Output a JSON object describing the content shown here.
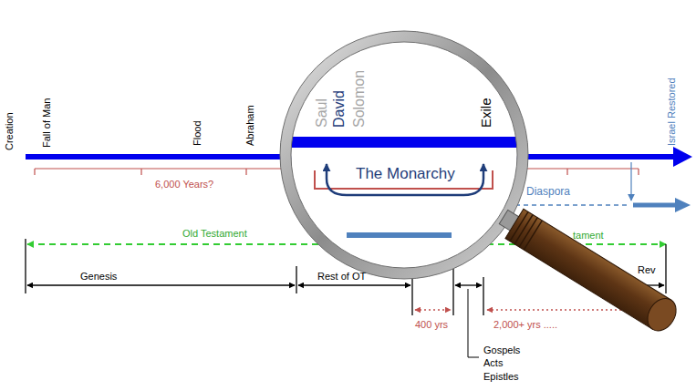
{
  "diagram": {
    "labels": [
      "Creation",
      "Fall of Man",
      "Flood",
      "Abraham",
      "Saul",
      "David",
      "Solomon",
      "Exile",
      "Israel Restored",
      "6,000 Years?",
      "The Monarchy",
      "Diaspora",
      "Old Testament",
      "tament",
      "Genesis",
      "Rest of OT",
      "Rev",
      "400 yrs",
      "2,000+ yrs .....",
      "Gospels Acts Epistles"
    ]
  }
}
